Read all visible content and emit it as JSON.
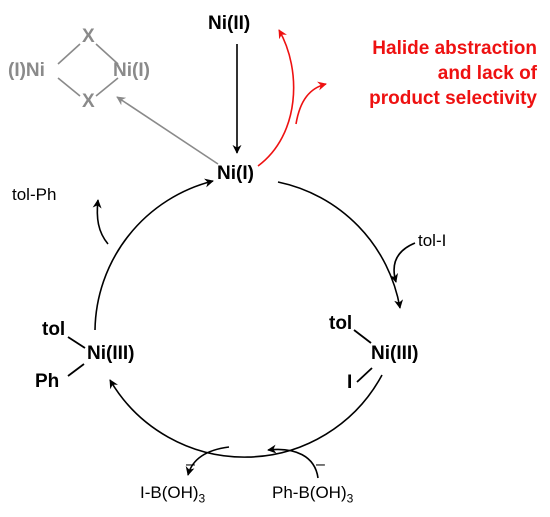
{
  "species": {
    "ni2": "Ni(II)",
    "ni1": "Ni(I)",
    "ni3_oa_center": "Ni(III)",
    "ni3_oa_tol": "tol",
    "ni3_oa_i": "I",
    "ni3_tm_center": "Ni(III)",
    "ni3_tm_tol": "tol",
    "ni3_tm_ph": "Ph"
  },
  "dimer": {
    "left_ni": "(I)Ni",
    "right_ni": "Ni(I)",
    "top_x": "X",
    "bottom_x": "X"
  },
  "reagents": {
    "tol_i": "tol-I",
    "tol_ph": "tol-Ph",
    "ph_boronate": "Ph-B(OH)",
    "ph_boronate_sub": "3",
    "i_boronate": "I-B(OH)",
    "i_boronate_sub": "3",
    "minus_sign": "–"
  },
  "side_reaction": {
    "line1": "Halide abstraction",
    "line2": "and lack of",
    "line3": "product selectivity"
  },
  "colors": {
    "main": "#000000",
    "side_reaction": "#ee1111",
    "dimer": "#8a8a8a"
  }
}
